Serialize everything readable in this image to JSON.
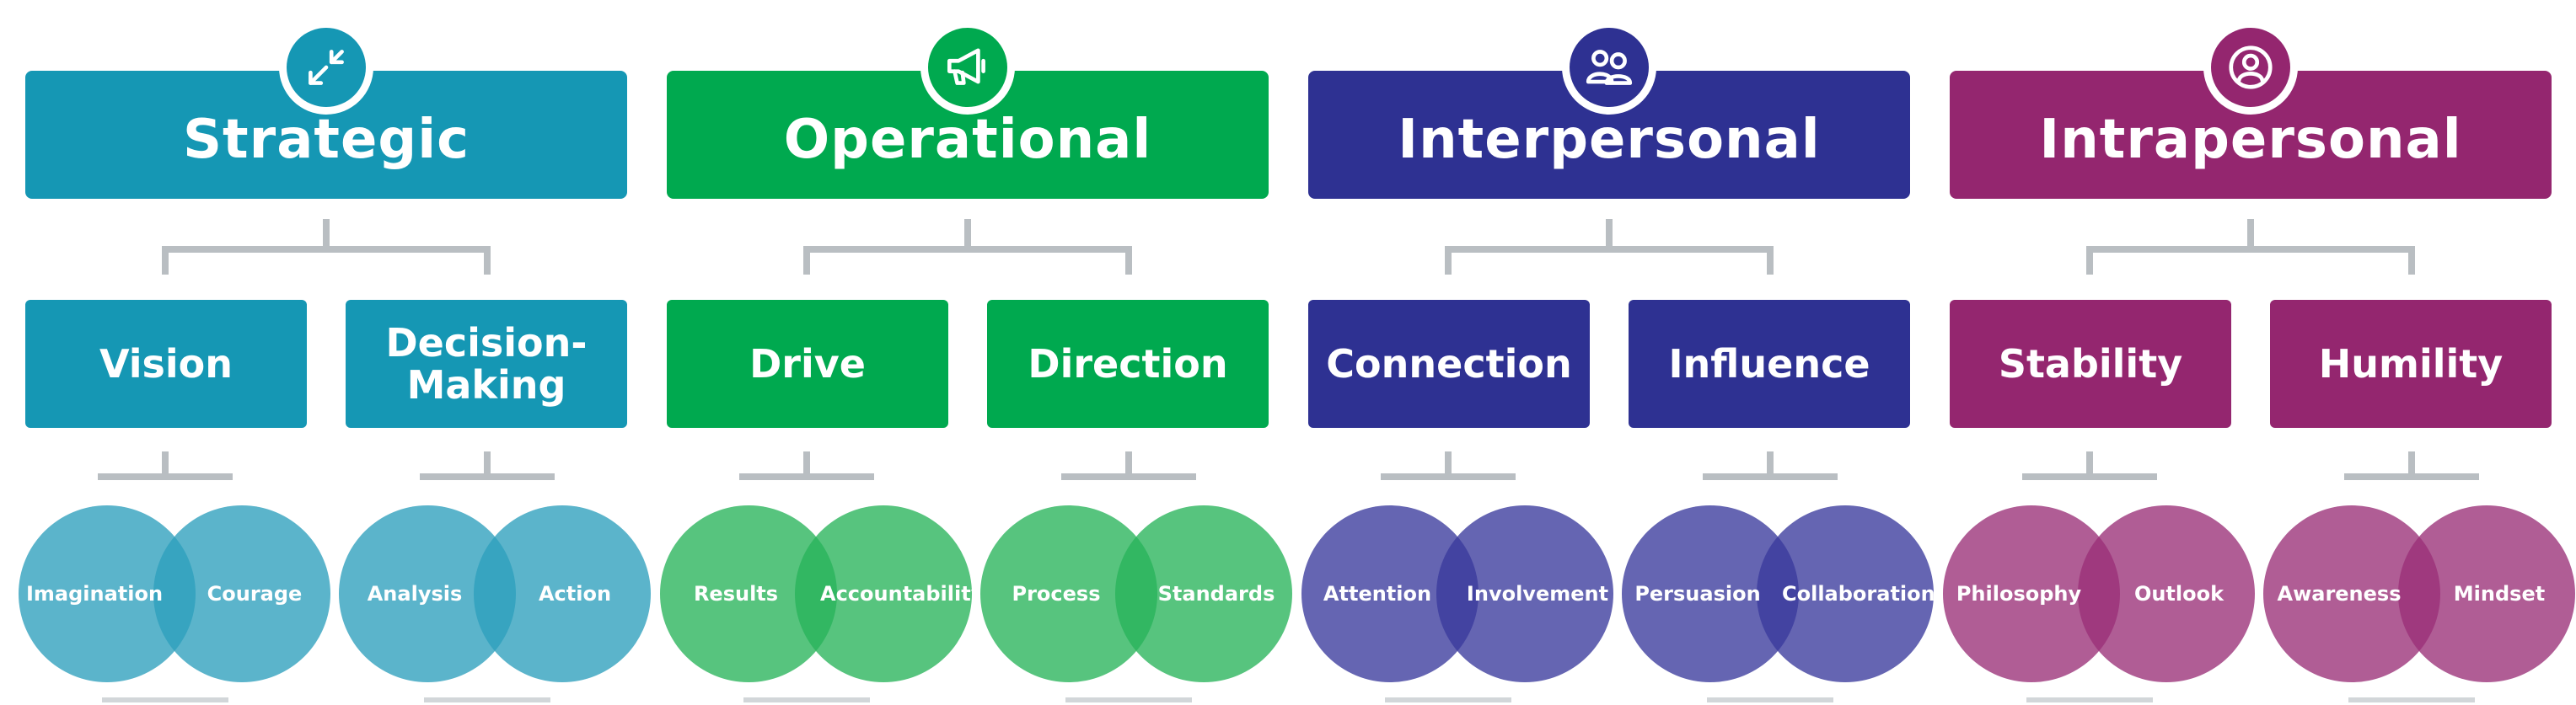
{
  "columns": [
    {
      "title": "Strategic",
      "color": "#1597b4",
      "circle_color": "#2d9fbd",
      "icon": "arrows-converge-icon",
      "subs": [
        {
          "label": "Vision",
          "venn": [
            "Imagination",
            "Courage"
          ]
        },
        {
          "label": "Decision-\nMaking",
          "venn": [
            "Analysis",
            "Action"
          ]
        }
      ]
    },
    {
      "title": "Operational",
      "color": "#00a94f",
      "circle_color": "#28b35a",
      "icon": "megaphone-icon",
      "subs": [
        {
          "label": "Drive",
          "venn": [
            "Results",
            "Accountability"
          ]
        },
        {
          "label": "Direction",
          "venn": [
            "Process",
            "Standards"
          ]
        }
      ]
    },
    {
      "title": "Interpersonal",
      "color": "#2e3192",
      "circle_color": "#3a3a9c",
      "icon": "people-icon",
      "subs": [
        {
          "label": "Connection",
          "venn": [
            "Attention",
            "Involvement"
          ]
        },
        {
          "label": "Influence",
          "venn": [
            "Persuasion",
            "Collaboration"
          ]
        }
      ]
    },
    {
      "title": "Intrapersonal",
      "color": "#94266f",
      "circle_color": "#9a3077",
      "icon": "person-icon",
      "subs": [
        {
          "label": "Stability",
          "venn": [
            "Philosophy",
            "Outlook"
          ]
        },
        {
          "label": "Humility",
          "venn": [
            "Awareness",
            "Mindset"
          ]
        }
      ]
    }
  ]
}
